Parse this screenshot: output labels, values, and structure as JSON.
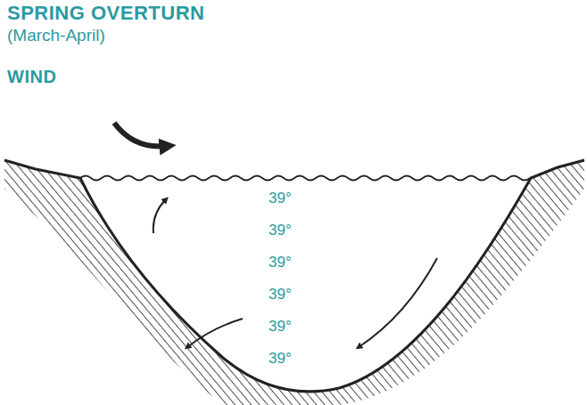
{
  "diagram": {
    "title": "SPRING OVERTURN",
    "labels": [
      "(March-April)",
      "WIND",
      "39°",
      "39°",
      "39°",
      "39°",
      "39°",
      "39°"
    ]
  }
}
